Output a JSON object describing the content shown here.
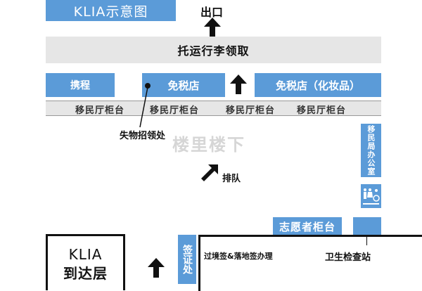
{
  "title": "KLIA示意图",
  "exit": "出口",
  "baggage_claim": "托运行李领取",
  "trip_counter": "携程",
  "duty_free": "免税店",
  "duty_free_cosmetics": "免税店（化妆品）",
  "immigration_counters": [
    "移民厅柜台",
    "移民厅柜台",
    "移民厅柜台",
    "移民厅柜台"
  ],
  "lost_and_found": "失物招领处",
  "immigration_office": "移民局办公室",
  "restroom_icon": "restroom-icon",
  "queue": "排队",
  "volunteer_counter": "志愿者柜台",
  "health_check": "卫生检查站",
  "arrival_hall": {
    "line1": "KLIA",
    "line2": "到达层"
  },
  "visa": "签证处",
  "visa_area": "过境签&落地签办理",
  "watermark": "楼里楼下",
  "colors": {
    "accent": "#5b9bd8",
    "bar": "#e6e6e6"
  }
}
